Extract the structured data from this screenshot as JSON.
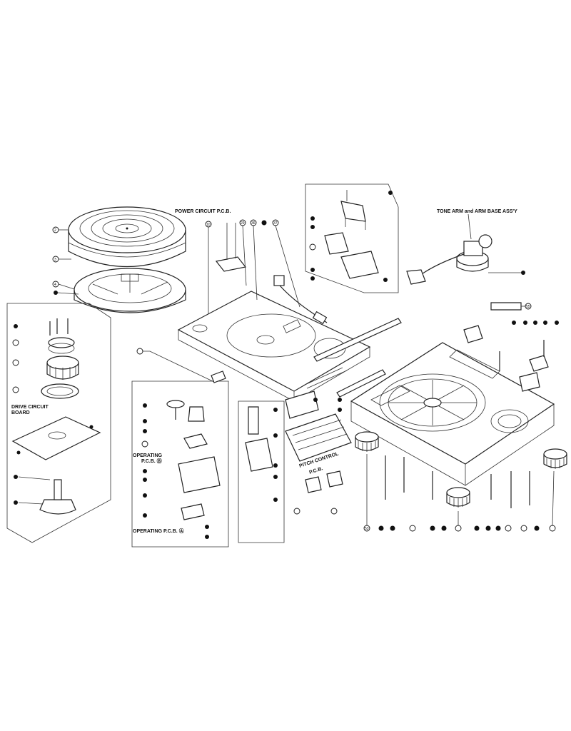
{
  "labels": {
    "power_circuit": "POWER CIRCUIT P.C.B.",
    "tone_arm": "TONE ARM and ARM BASE ASS'Y",
    "drive_circuit_line1": "DRIVE CIRCUIT",
    "drive_circuit_line2": "BOARD",
    "operating_b_line1": "OPERATING",
    "operating_b_line2": "P.C.B. Ⓑ",
    "operating_a": "OPERATING P.C.B. Ⓐ",
    "pitch_control_line1": "PITCH CONTROL",
    "pitch_control_line2": "P.C.B."
  },
  "callouts": {
    "platter_top": "2",
    "platter_mid": "3",
    "platter_low": "4",
    "pcb_power": "10",
    "top_plate_a": "29",
    "top_plate_b": "36",
    "top_plate_c": "37",
    "cover_label": "55",
    "pitch_num": "53"
  }
}
